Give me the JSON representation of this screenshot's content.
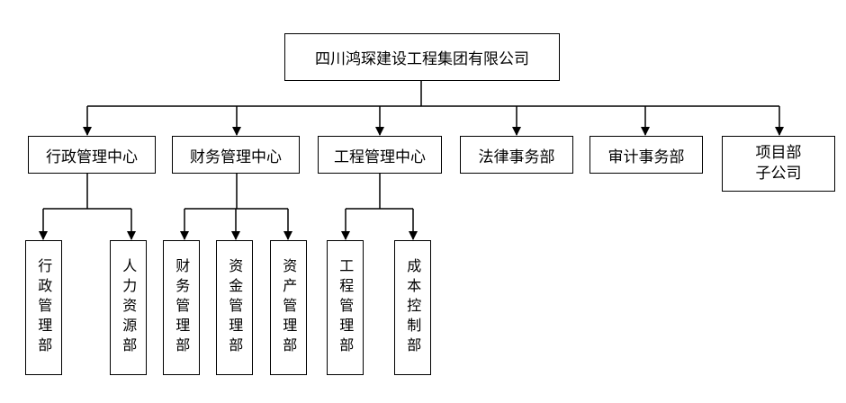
{
  "org": {
    "root": "四川鸿琛建设工程集团有限公司",
    "centers": [
      "行政管理中心",
      "财务管理中心",
      "工程管理中心",
      "法律事务部",
      "审计事务部"
    ],
    "project": {
      "line1": "项目部",
      "line2": "子公司"
    },
    "subs": [
      "行政管理部",
      "人力资源部",
      "财务管理部",
      "资金管理部",
      "资产管理部",
      "工程管理部",
      "成本控制部"
    ]
  }
}
